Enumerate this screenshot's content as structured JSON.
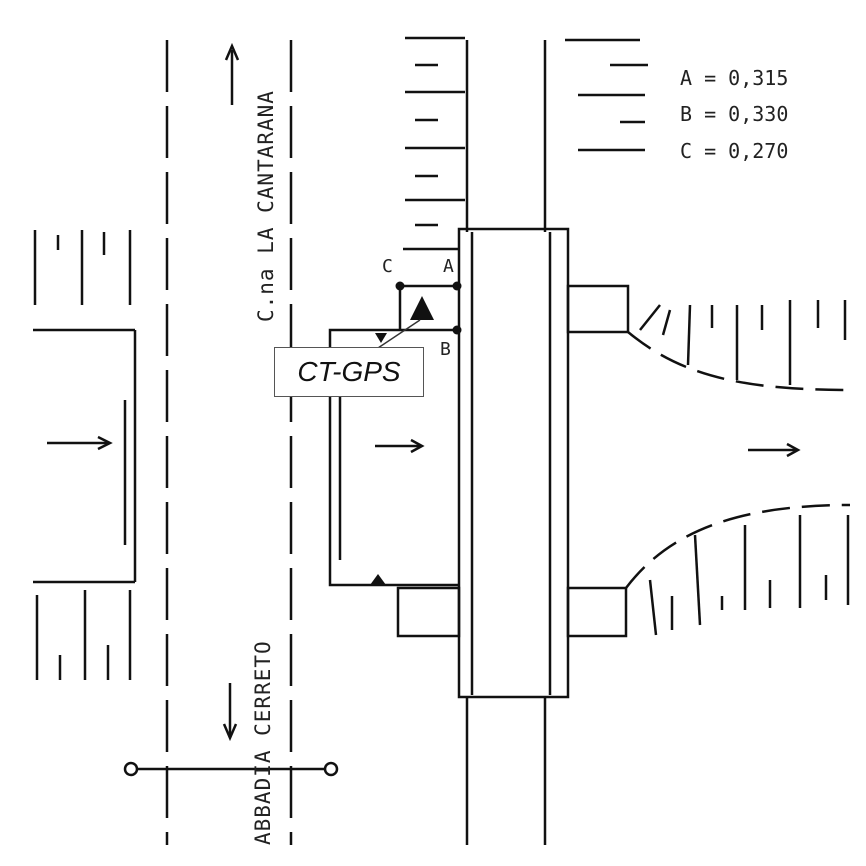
{
  "coefficients": [
    {
      "label": "A = 0,315"
    },
    {
      "label": "B = 0,330"
    },
    {
      "label": "C = 0,270"
    }
  ],
  "points": {
    "a": "A",
    "b": "B",
    "c": "C"
  },
  "station_label": "CT-GPS",
  "streets": {
    "north": "C.na LA CANTARANA",
    "south": "ABBADIA CERRETO"
  }
}
